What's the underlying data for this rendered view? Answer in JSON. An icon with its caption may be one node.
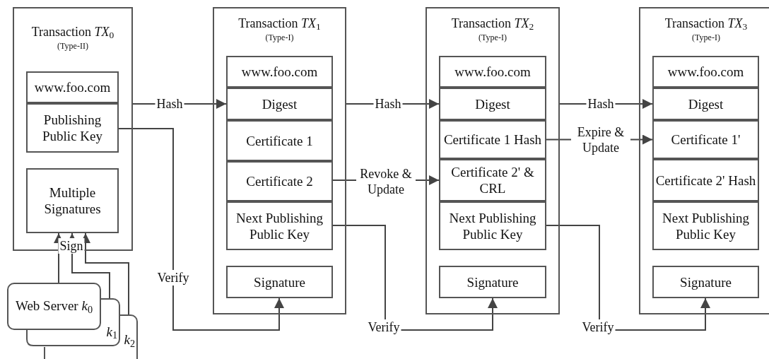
{
  "diagram": {
    "nodes": [
      {
        "text": [
          "Transaction *TX*$_{0}$",
          "(Type-II)"
        ]
      },
      {
        "text": [
          "www.foo.com"
        ],
        "in": 0
      },
      {
        "text": [
          "Publishing Public Key"
        ],
        "in": 0
      },
      {
        "text": [
          "Multiple Signatures"
        ],
        "in": 0
      },
      {
        "text": [
          "Web Server *k*$_{0}$"
        ]
      },
      {
        "text": [
          "*k*$_{1}$"
        ]
      },
      {
        "text": [
          "*k*$_{2}$"
        ]
      },
      {
        "text": [
          "Transaction *TX*$_{1}$",
          "(Type-I)"
        ]
      },
      {
        "text": [
          "www.foo.com"
        ],
        "in": 7
      },
      {
        "text": [
          "Digest"
        ],
        "in": 7
      },
      {
        "text": [
          "Certificate 1"
        ],
        "in": 7
      },
      {
        "text": [
          "Certificate 2"
        ],
        "in": 7
      },
      {
        "text": [
          "Next Publishing Public Key"
        ],
        "in": 7
      },
      {
        "text": [
          "Signature"
        ],
        "in": 7
      },
      {
        "text": [
          "Transaction *TX*$_{2}$",
          "(Type-I)"
        ]
      },
      {
        "text": [
          "www.foo.com"
        ],
        "in": 14
      },
      {
        "text": [
          "Digest"
        ],
        "in": 14
      },
      {
        "text": [
          "Certificate 1 Hash"
        ],
        "in": 14
      },
      {
        "text": [
          "Certificate 2' & CRL"
        ],
        "in": 14
      },
      {
        "text": [
          "Next Publishing Public Key"
        ],
        "in": 14
      },
      {
        "text": [
          "Signature"
        ],
        "in": 14
      },
      {
        "text": [
          "Transaction *TX*$_{3}$",
          "(Type-I)"
        ]
      },
      {
        "text": [
          "www.foo.com"
        ],
        "in": 21
      },
      {
        "text": [
          "Digest"
        ],
        "in": 21
      },
      {
        "text": [
          "Certificate 1'"
        ],
        "in": 21
      },
      {
        "text": [
          "Certificate 2' Hash"
        ],
        "in": 21
      },
      {
        "text": [
          "Next Publishing Public Key"
        ],
        "in": 21
      },
      {
        "text": [
          "Signature"
        ],
        "in": 21
      }
    ],
    "edges": [
      {
        "from": 0,
        "to": 9,
        "arrow": "to",
        "label": "Hash"
      },
      {
        "from": 7,
        "to": 16,
        "arrow": "to",
        "label": "Hash"
      },
      {
        "from": 14,
        "to": 23,
        "arrow": "to",
        "label": "Hash"
      },
      {
        "from": 11,
        "to": 18,
        "arrow": "to",
        "label": "Revoke & Update"
      },
      {
        "from": 17,
        "to": 24,
        "arrow": "to",
        "label": "Expire & Update"
      },
      {
        "from": 2,
        "to": 13,
        "arrow": "to",
        "label": "Verify"
      },
      {
        "from": 12,
        "to": 20,
        "arrow": "to",
        "label": "Verify"
      },
      {
        "from": 19,
        "to": 27,
        "arrow": "to",
        "label": "Verify"
      },
      {
        "from": 4,
        "to": 3,
        "arrow": "to",
        "label": "Sign"
      },
      {
        "from": 5,
        "to": 3,
        "arrow": "to"
      },
      {
        "from": 6,
        "to": 3,
        "arrow": "to"
      }
    ]
  }
}
